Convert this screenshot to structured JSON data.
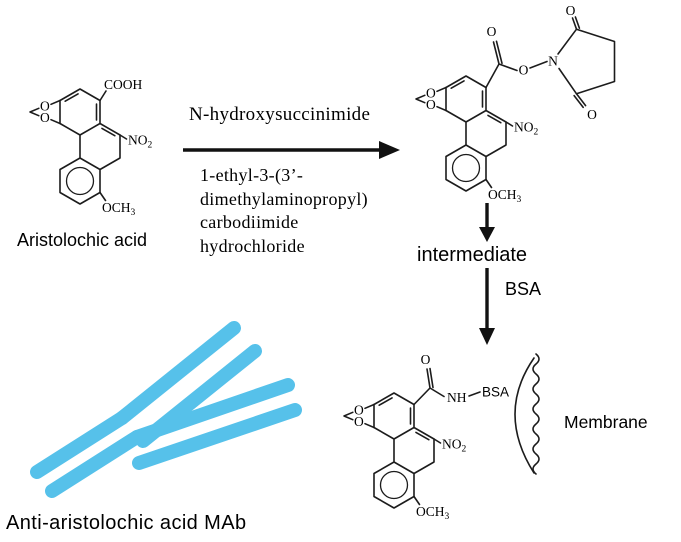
{
  "scheme": {
    "reactant_label": "Aristolochic acid",
    "reagent_above_arrow": "N-hydroxysuccinimide",
    "reagent_below_arrow": [
      "1-ethyl-3-(3’-",
      "dimethylaminopropyl)",
      "carbodiimide",
      "hydrochloride"
    ],
    "product_step1_label": "intermediate",
    "step2_reagent_label": "BSA",
    "membrane_label": "Membrane",
    "antibody_label": "Anti-aristolochic acid MAb"
  },
  "atoms": {
    "cooh": "COOH",
    "oxygen": "O",
    "nitrogen": "N",
    "nh": "NH",
    "nitro_base": "NO",
    "nitro_sub": "2",
    "methoxy_base": "OCH",
    "methoxy_sub": "3",
    "bsa": "BSA"
  },
  "colors": {
    "bonds": "#1c1c1c",
    "arrows": "#111111",
    "antibody": "#56c1ea"
  }
}
